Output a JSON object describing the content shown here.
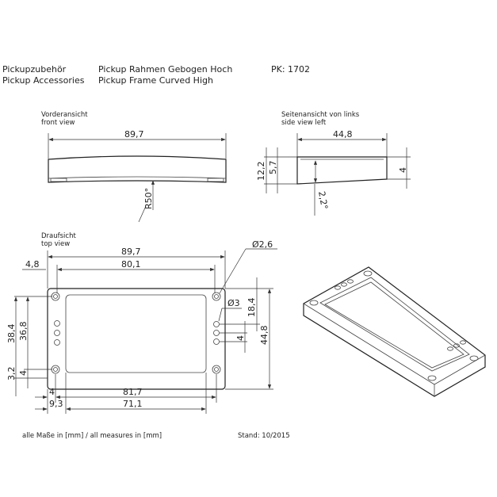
{
  "header": {
    "category_de": "Pickupzubehör",
    "category_en": "Pickup Accessories",
    "product_de": "Pickup Rahmen Gebogen Hoch",
    "product_en": "Pickup Frame Curved High",
    "part_number": "PK: 1702"
  },
  "front_view": {
    "label_de": "Vorderansicht",
    "label_en": "front view",
    "width": "89,7",
    "radius": "R50°"
  },
  "side_view": {
    "label_de": "Seitenansicht von links",
    "label_en": "side view left",
    "width": "44,8",
    "height_total": "12,2",
    "height_low": "5,7",
    "height_right": "4",
    "angle": "2,2°"
  },
  "top_view": {
    "label_de": "Draufsicht",
    "label_en": "top view",
    "width": "89,7",
    "hole_spacing": "80,1",
    "hole_offset": "4,8",
    "hole_diameter": "Ø2,6",
    "small_hole_diameter": "Ø3",
    "height": "44,8",
    "small_hole_offset": "18,4",
    "small_hole_pitch": "4",
    "left_height_outer": "38,4",
    "left_height_inner": "36,8",
    "bottom_offset_a": "3,2",
    "bottom_offset_b": "4",
    "bottom_width": "81,7",
    "bottom_offset_c": "4",
    "window_width": "71,1",
    "window_offset": "9,3"
  },
  "footer": {
    "units": "alle Maße in [mm] / all measures in [mm]",
    "date": "Stand: 10/2015"
  }
}
